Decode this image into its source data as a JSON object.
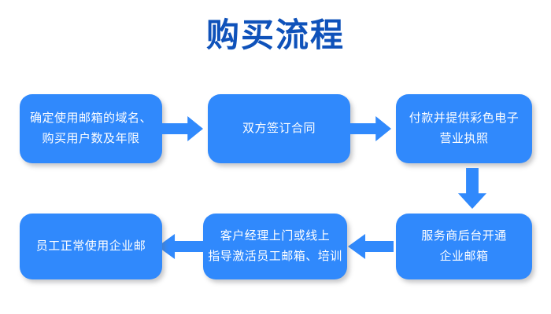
{
  "page": {
    "title": "购买流程",
    "background_color": "#ffffff",
    "title_color": "#0f52ba",
    "node_color": "#3089fc",
    "node_text_color": "#ffffff",
    "arrow_color": "#3089fc"
  },
  "nodes": [
    {
      "id": "node-1",
      "step": 1,
      "lines": [
        "确定使用邮箱的域名、",
        "购买用户数及年限"
      ]
    },
    {
      "id": "node-2",
      "step": 2,
      "lines": [
        "双方签订合同"
      ]
    },
    {
      "id": "node-3",
      "step": 3,
      "lines": [
        "付款并提供彩色电子",
        "营业执照"
      ]
    },
    {
      "id": "node-4",
      "step": 4,
      "lines": [
        "服务商后台开通",
        "企业邮箱"
      ]
    },
    {
      "id": "node-5",
      "step": 5,
      "lines": [
        "客户经理上门或线上",
        "指导激活员工邮箱、培训"
      ]
    },
    {
      "id": "node-6",
      "step": 6,
      "lines": [
        "员工正常使用企业邮"
      ]
    }
  ],
  "arrows": [
    {
      "id": "arrow-1",
      "direction": "right",
      "from": "node-1",
      "to": "node-2"
    },
    {
      "id": "arrow-2",
      "direction": "right",
      "from": "node-2",
      "to": "node-3"
    },
    {
      "id": "arrow-3",
      "direction": "down",
      "from": "node-3",
      "to": "node-4"
    },
    {
      "id": "arrow-4",
      "direction": "left",
      "from": "node-4",
      "to": "node-5"
    },
    {
      "id": "arrow-5",
      "direction": "left",
      "from": "node-5",
      "to": "node-6"
    }
  ]
}
